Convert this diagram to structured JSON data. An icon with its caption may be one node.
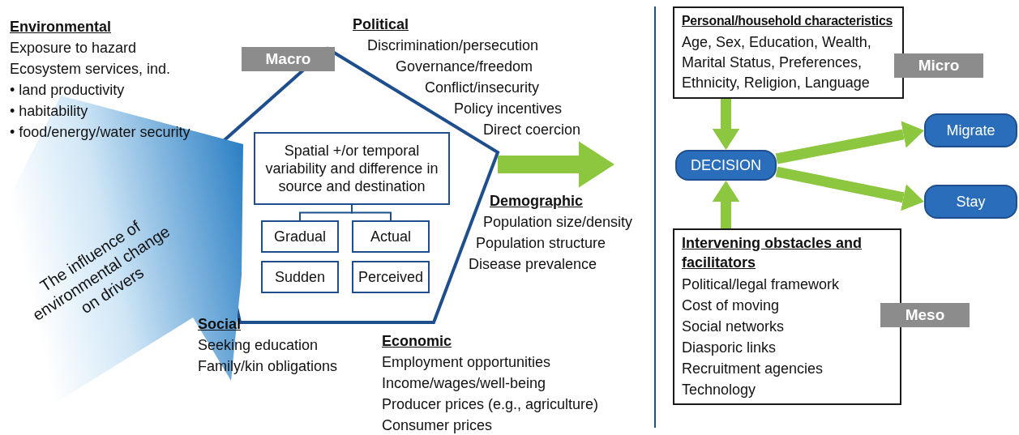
{
  "diagram": {
    "nodes": [
      {
        "text": [
          "Macro"
        ]
      },
      {
        "text": [],
        "shape": "pentagon"
      },
      {
        "text": [
          "Spatial +/or temporal variability and difference in source and destination"
        ],
        "in": 1
      },
      {
        "text": [
          "Gradual"
        ],
        "in": 1
      },
      {
        "text": [
          "Actual"
        ],
        "in": 1
      },
      {
        "text": [
          "Sudden"
        ],
        "in": 1
      },
      {
        "text": [
          "Perceived"
        ],
        "in": 1
      },
      {
        "text": [
          "The influence of environmental change on drivers"
        ]
      },
      {
        "text": [
          "Personal/household characteristics",
          "Age, Sex, Education, Wealth, Marital Status, Preferences, Ethnicity, Religion, Language"
        ]
      },
      {
        "text": [
          "Micro"
        ]
      },
      {
        "text": [
          "DECISION"
        ]
      },
      {
        "text": [
          "Migrate"
        ]
      },
      {
        "text": [
          "Stay"
        ]
      },
      {
        "text": [
          "Intervening obstacles and facilitators",
          "Political/legal framework",
          "Cost of moving",
          "Social networks",
          "Diasporic links",
          "Recruitment agencies",
          "Technology"
        ]
      },
      {
        "text": [
          "Meso"
        ]
      }
    ],
    "edges": [
      {
        "from": 2,
        "to": 3,
        "arrow": "none",
        "color": "#1f4e8c"
      },
      {
        "from": 2,
        "to": 4,
        "arrow": "none",
        "color": "#1f4e8c"
      },
      {
        "from": 1,
        "to": null,
        "arrow": "to"
      },
      {
        "from": 8,
        "to": 10,
        "arrow": "to"
      },
      {
        "from": 13,
        "to": 10,
        "arrow": "to"
      },
      {
        "from": 10,
        "to": 11,
        "arrow": "to"
      },
      {
        "from": 10,
        "to": 12,
        "arrow": "to"
      }
    ],
    "labels": [
      "Environmental",
      "Exposure to hazard",
      "Ecosystem services, ind.",
      "• land productivity",
      "• habitability",
      "• food/energy/water security",
      "Political",
      "Discrimination/persecution",
      "Governance/freedom",
      "Conflict/insecurity",
      "Policy incentives",
      "Direct coercion",
      "Demographic",
      "Population size/density",
      "Population structure",
      "Disease prevalence",
      "Social",
      "Seeking education",
      "Family/kin obligations",
      "Economic",
      "Employment opportunities",
      "Income/wages/well-being",
      "Producer prices (e.g., agriculture)",
      "Consumer prices"
    ]
  }
}
